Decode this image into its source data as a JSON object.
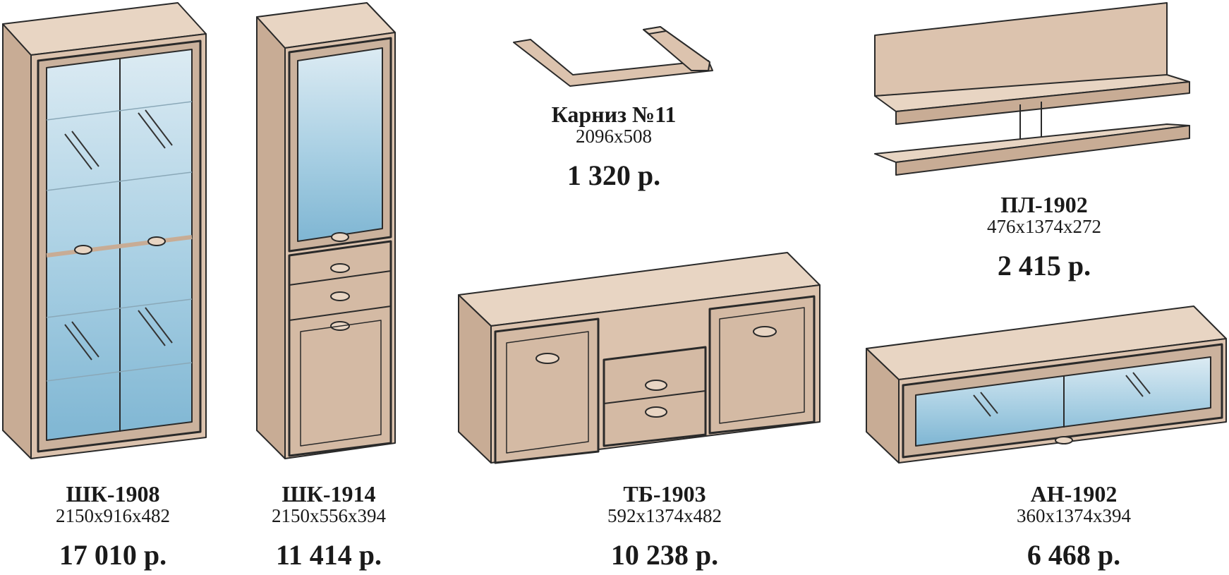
{
  "colors": {
    "wood": "#dcc3ae",
    "wood_light": "#e8d5c3",
    "wood_dark": "#c8ac95",
    "glass": "#9fc9df",
    "outline": "#2a2a2a"
  },
  "items": [
    {
      "id": "shk1908",
      "name": "ШК-1908",
      "dims": "2150х916х482",
      "price": "17 010 р."
    },
    {
      "id": "shk1914",
      "name": "ШК-1914",
      "dims": "2150х556х394",
      "price": "11 414 р."
    },
    {
      "id": "karniz11",
      "name": "Карниз №11",
      "dims": "2096х508",
      "price": "1 320 р."
    },
    {
      "id": "pl1902",
      "name": "ПЛ-1902",
      "dims": "476х1374х272",
      "price": "2 415 р."
    },
    {
      "id": "tb1903",
      "name": "ТБ-1903",
      "dims": "592х1374х482",
      "price": "10 238 р."
    },
    {
      "id": "an1902",
      "name": "АН-1902",
      "dims": "360х1374х394",
      "price": "6 468 р."
    }
  ]
}
